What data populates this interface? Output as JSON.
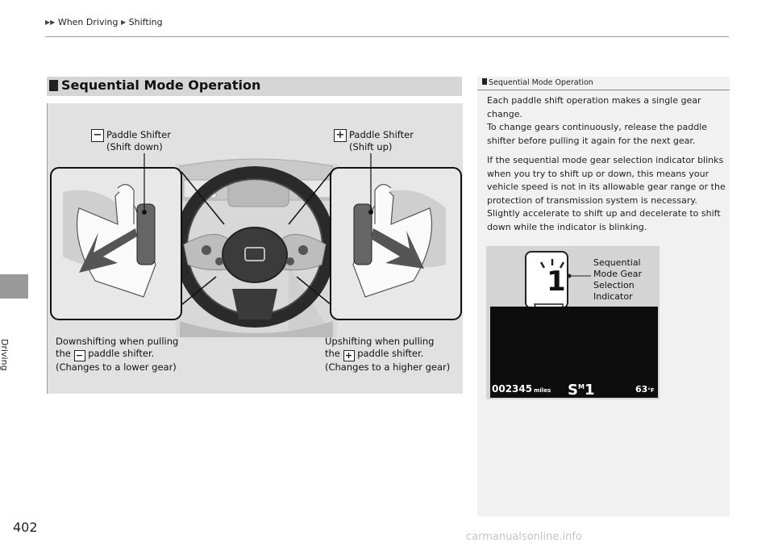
{
  "breadcrumb": {
    "item1": "When Driving",
    "item2": "Shifting"
  },
  "side_tab": {
    "label": "Driving"
  },
  "section": {
    "title": "Sequential Mode Operation"
  },
  "figure": {
    "minus_symbol": "−",
    "plus_symbol": "+",
    "minus_label_line1": "Paddle Shifter",
    "minus_label_line2": "(Shift down)",
    "plus_label_line1": "Paddle Shifter",
    "plus_label_line2": "(Shift up)",
    "down_line1": "Downshifting when pulling",
    "down_line2_pre": "the",
    "down_line2_post": "paddle shifter.",
    "down_line3": "(Changes to a lower gear)",
    "up_line1": "Upshifting when pulling",
    "up_line2_pre": "the",
    "up_line2_post": "paddle shifter.",
    "up_line3": "(Changes to a higher gear)"
  },
  "note": {
    "title": "Sequential Mode Operation",
    "para1": "Each paddle shift operation makes a single gear change.",
    "para2": "To change gears continuously, release the paddle shifter before pulling it again for the next gear.",
    "para3": "If the sequential mode gear selection indicator blinks when you try to shift up or down, this means your vehicle speed is not in its allowable gear range or the protection of transmission system is necessary. Slightly accelerate to shift up and decelerate to shift down while the indicator is blinking."
  },
  "cluster": {
    "gear_big": "1",
    "indicator_l1": "Sequential",
    "indicator_l2": "Mode Gear",
    "indicator_l3": "Selection",
    "indicator_l4": "Indicator",
    "odometer": "002345",
    "odometer_unit": "miles",
    "mode": "S",
    "mode_super": "M",
    "gear": "1",
    "temp": "63",
    "temp_unit": "°F"
  },
  "page_number": "402",
  "watermark": "carmanualsonline.info"
}
